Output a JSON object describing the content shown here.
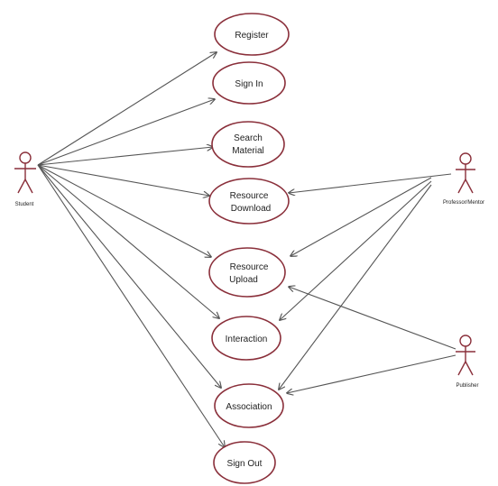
{
  "actors": {
    "student": {
      "label": "Student"
    },
    "professor": {
      "label": "Professor/Mentor"
    },
    "publisher": {
      "label": "Publisher"
    }
  },
  "use_cases": {
    "register": {
      "lines": [
        "Register"
      ]
    },
    "signin": {
      "lines": [
        "Sign In"
      ]
    },
    "search": {
      "lines": [
        "Search",
        "Material"
      ]
    },
    "download": {
      "lines": [
        "Resource",
        "Download"
      ]
    },
    "upload": {
      "lines": [
        "Resource",
        "Upload"
      ]
    },
    "interaction": {
      "lines": [
        "Interaction"
      ]
    },
    "association": {
      "lines": [
        "Association"
      ]
    },
    "signout": {
      "lines": [
        "Sign Out"
      ]
    }
  },
  "colors": {
    "ellipse_stroke": "#8a2f3a",
    "edge": "#555555",
    "text": "#222222"
  }
}
